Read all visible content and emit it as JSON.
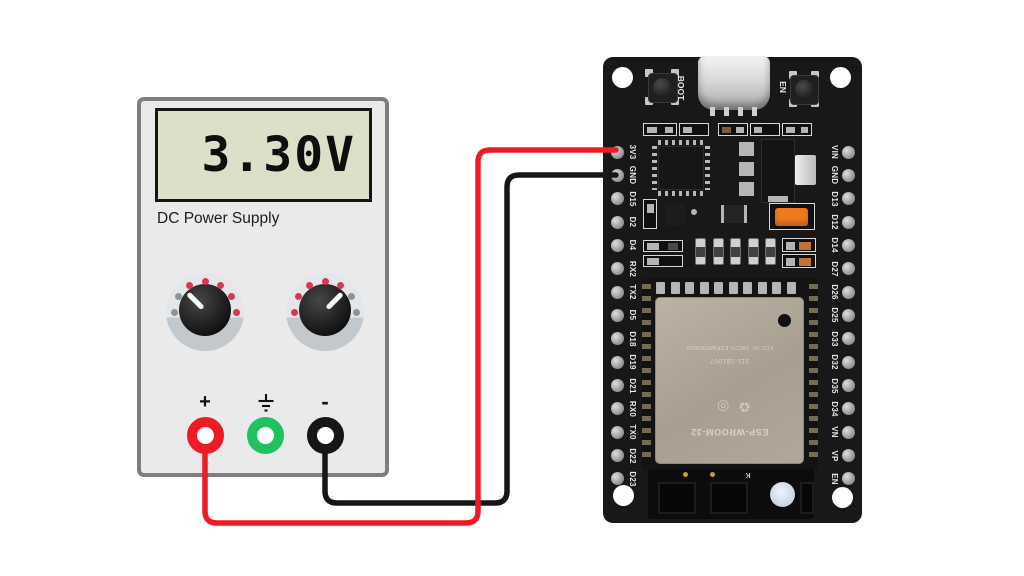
{
  "psu": {
    "display_value": "3.30V",
    "label": "DC Power Supply",
    "plus_label": "+",
    "minus_label": "-",
    "colors": {
      "positive": "#ed1c24",
      "ground": "#1fc25f",
      "negative": "#161616",
      "lcd_bg": "#dde0c8"
    }
  },
  "board": {
    "boot_button_label": "BOOT",
    "en_button_label": "EN",
    "left_pins": [
      "3V3",
      "GND",
      "D15",
      "D2",
      "D4",
      "RX2",
      "TX2",
      "D5",
      "D18",
      "D19",
      "D21",
      "RX0",
      "TX0",
      "D22",
      "D23"
    ],
    "right_pins": [
      "VIN",
      "GND",
      "D13",
      "D12",
      "D14",
      "D27",
      "D26",
      "D25",
      "D33",
      "D32",
      "D35",
      "D34",
      "VN",
      "VP",
      "EN"
    ],
    "module": {
      "model": "ESP-WROOM-32",
      "cert_code": "211-1B1007",
      "fcc": "FCC ID: 2AC7Z-ESPWROOM32"
    },
    "antenna_mark": "K",
    "colors": {
      "pcb": "#181818",
      "shield": "#b2a99b",
      "component_orange": "#f0791e"
    }
  },
  "wires": {
    "positive": {
      "color": "#ed1c24"
    },
    "ground": {
      "color": "#161616"
    }
  }
}
